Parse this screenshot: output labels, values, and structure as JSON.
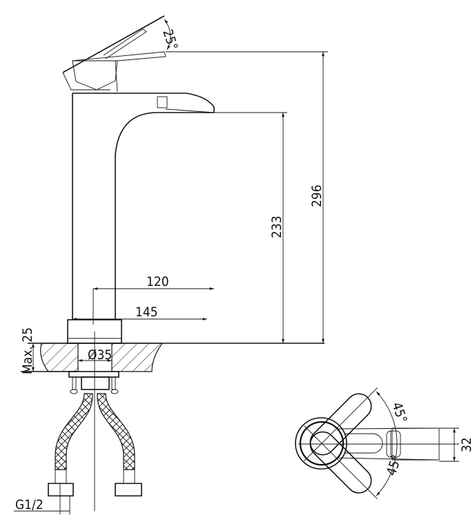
{
  "drawing": {
    "dimensions": {
      "handle_angle": "25°",
      "total_height": "296",
      "spout_height": "233",
      "spout_reach_inner": "120",
      "spout_reach_outer": "145",
      "max_counter_thickness": "Max. 25",
      "shank_diameter": "Ø35",
      "connection_thread": "G1/2",
      "top_swing_upper": "45°",
      "top_swing_lower": "45°",
      "spout_width": "32"
    }
  }
}
